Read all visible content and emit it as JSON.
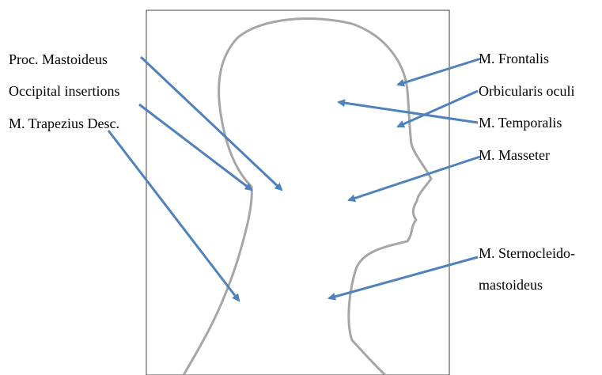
{
  "left_labels": {
    "proc_mastoideus": "Proc. Mastoideus",
    "occipital_insertions": "Occipital insertions",
    "m_trapezius_desc": "M. Trapezius Desc."
  },
  "right_labels": {
    "m_frontalis": "M. Frontalis",
    "orbicularis_oculi": "Orbicularis oculi",
    "m_temporalis": "M. Temporalis",
    "m_masseter": "M. Masseter",
    "m_sternocleido_line1": "M. Sternocleido-",
    "m_sternocleido_line2": "mastoideus"
  },
  "colors": {
    "arrow": "#4f81bd",
    "silhouette": "#a6a6a6",
    "frame": "#404040"
  }
}
